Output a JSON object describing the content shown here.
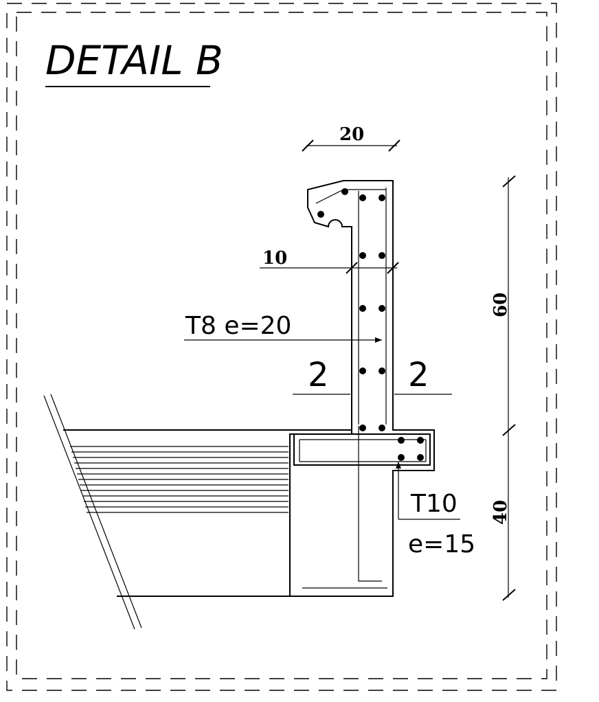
{
  "title": "DETAIL B",
  "dimensions": {
    "width_top": "20",
    "thickness": "10",
    "height_upper": "60",
    "height_lower": "40"
  },
  "rebar": {
    "vertical_label": "T8 e=20",
    "lower_label_line1": "T10",
    "lower_label_line2": "e=15"
  },
  "section": {
    "left_mark": "2",
    "right_mark": "2"
  }
}
